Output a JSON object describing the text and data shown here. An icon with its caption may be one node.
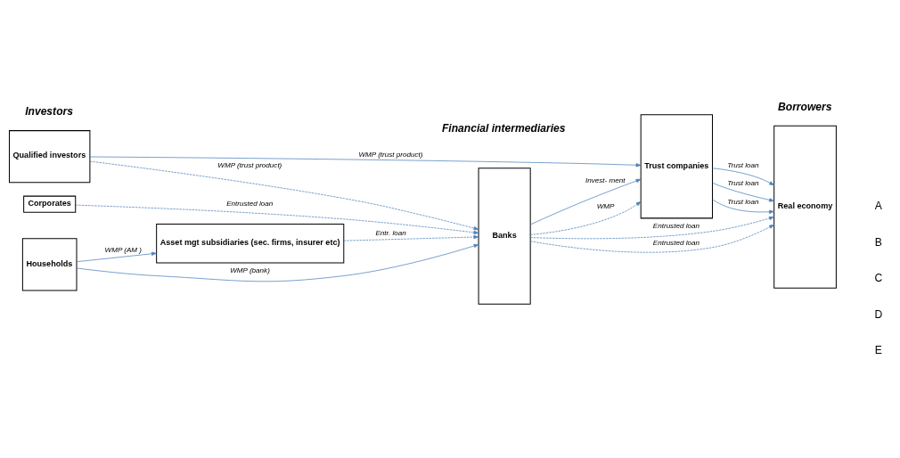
{
  "diagram": {
    "nodes": [
      {
        "text": [
          "Corporates"
        ]
      },
      {
        "text": [
          "Households"
        ]
      },
      {
        "text": [
          "Asset mgt subsidiaries (sec. firms, insurer etc)"
        ]
      },
      {
        "text": [
          "Qualified investors"
        ]
      },
      {
        "text": [
          "Banks"
        ]
      },
      {
        "text": [
          "Trust companies"
        ]
      },
      {
        "text": [
          "Real economy"
        ]
      }
    ],
    "edges": [
      {
        "from": 0,
        "to": 4,
        "arrow": "to",
        "style": "dashed",
        "label": "Entrusted loan"
      },
      {
        "from": 4,
        "to": 6,
        "arrow": "to",
        "style": "dashed",
        "label": "Entrusted loan"
      },
      {
        "from": 1,
        "to": 2,
        "arrow": "to",
        "label": "WMP (AM )"
      },
      {
        "from": 2,
        "to": 4,
        "arrow": "to",
        "style": "dashed",
        "label": "Entr. loan"
      },
      {
        "from": 4,
        "to": 6,
        "arrow": "to",
        "style": "dashed",
        "label": "Entrusted loan"
      },
      {
        "from": 1,
        "to": 4,
        "arrow": "to",
        "label": "WMP (bank)"
      },
      {
        "from": 4,
        "to": 5,
        "arrow": "to",
        "label": "Invest- ment"
      },
      {
        "from": 5,
        "to": 6,
        "arrow": "to",
        "label": "Trust loan"
      },
      {
        "from": 3,
        "to": 4,
        "arrow": "to",
        "style": "dashed",
        "label": "WMP (trust product)"
      },
      {
        "from": 4,
        "to": 5,
        "arrow": "to",
        "style": "dashed",
        "label": "WMP"
      },
      {
        "from": 5,
        "to": 6,
        "arrow": "to",
        "label": "Trust loan"
      },
      {
        "from": 3,
        "to": 5,
        "arrow": "to",
        "label": "WMP (trust product)"
      },
      {
        "from": 5,
        "to": 6,
        "arrow": "to",
        "label": "Trust loan"
      }
    ],
    "labels": [
      "Investors",
      "Financial intermediaries",
      "Borrowers",
      "A",
      "B",
      "C",
      "D",
      "E"
    ]
  }
}
